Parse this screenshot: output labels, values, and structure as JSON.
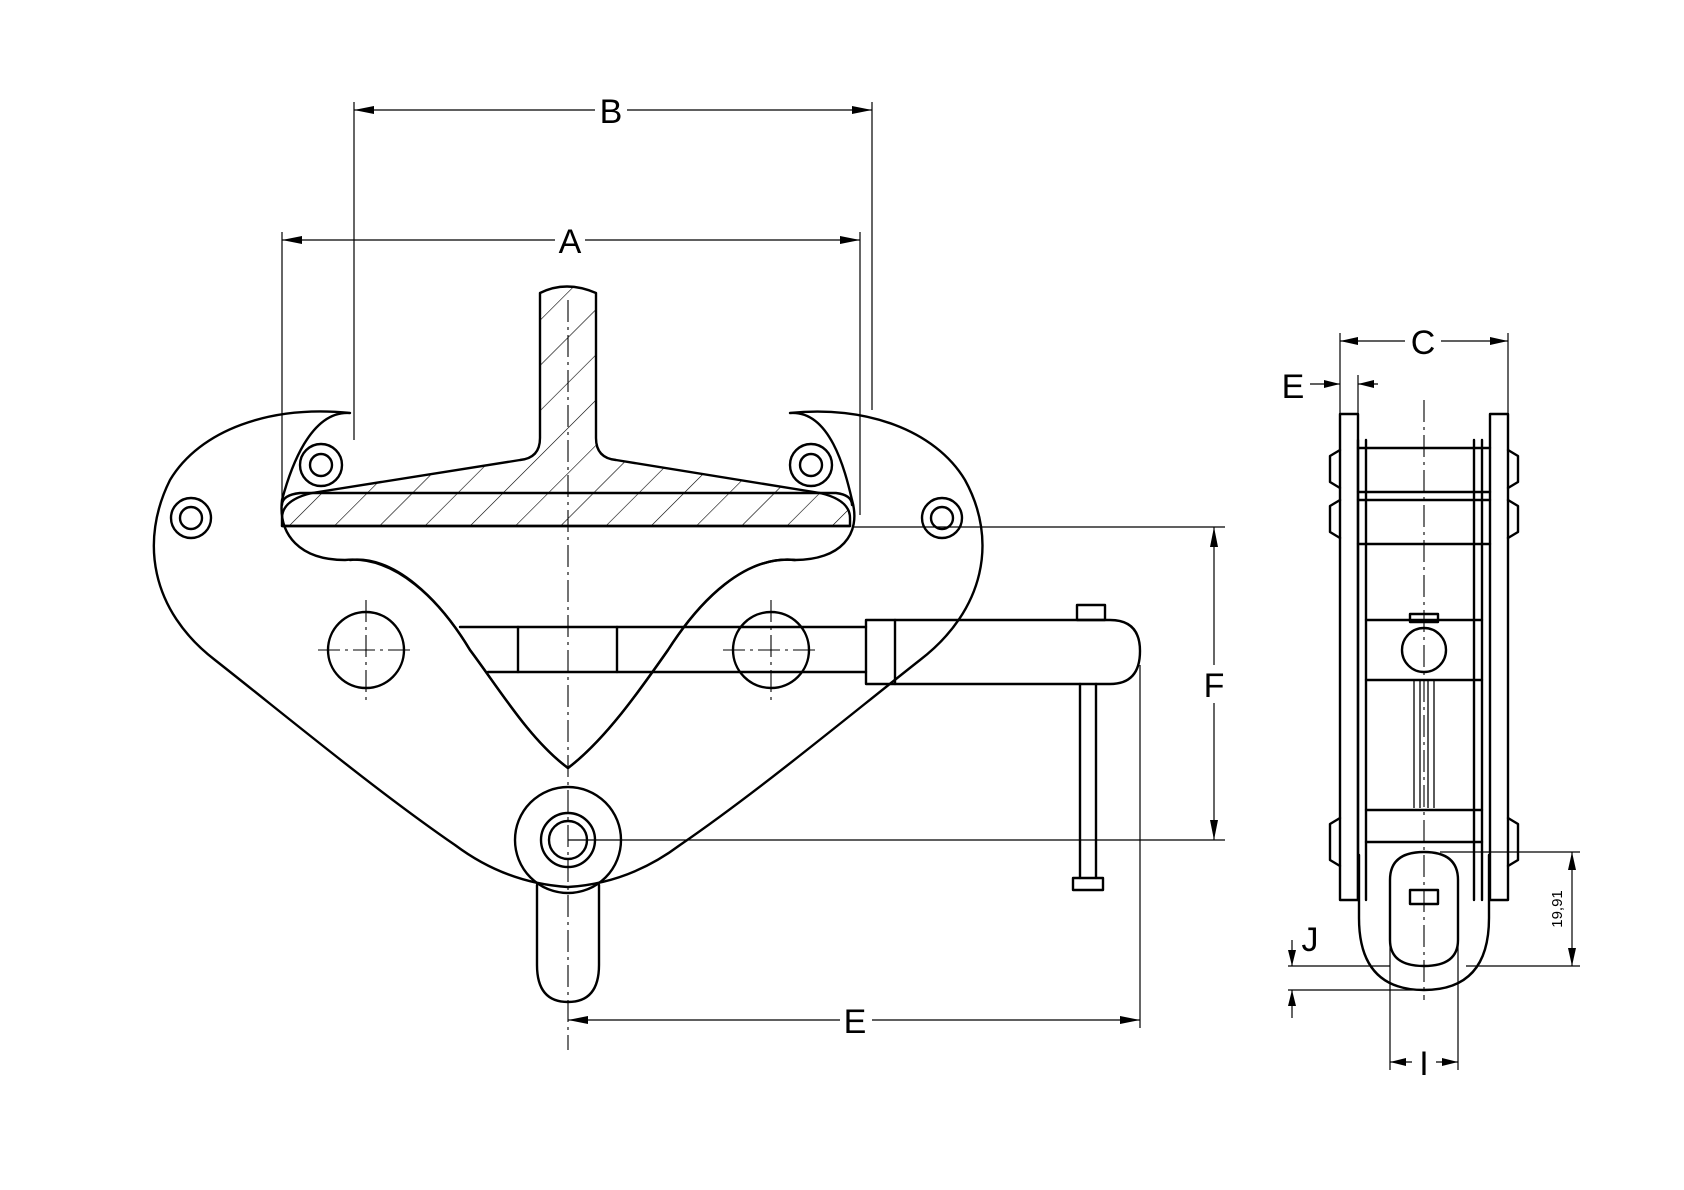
{
  "labels": {
    "a": "A",
    "b": "B",
    "c": "C",
    "e_side": "E",
    "e_bottom": "E",
    "f": "F",
    "i": "I",
    "j": "J",
    "ring_dim": "19,91"
  }
}
